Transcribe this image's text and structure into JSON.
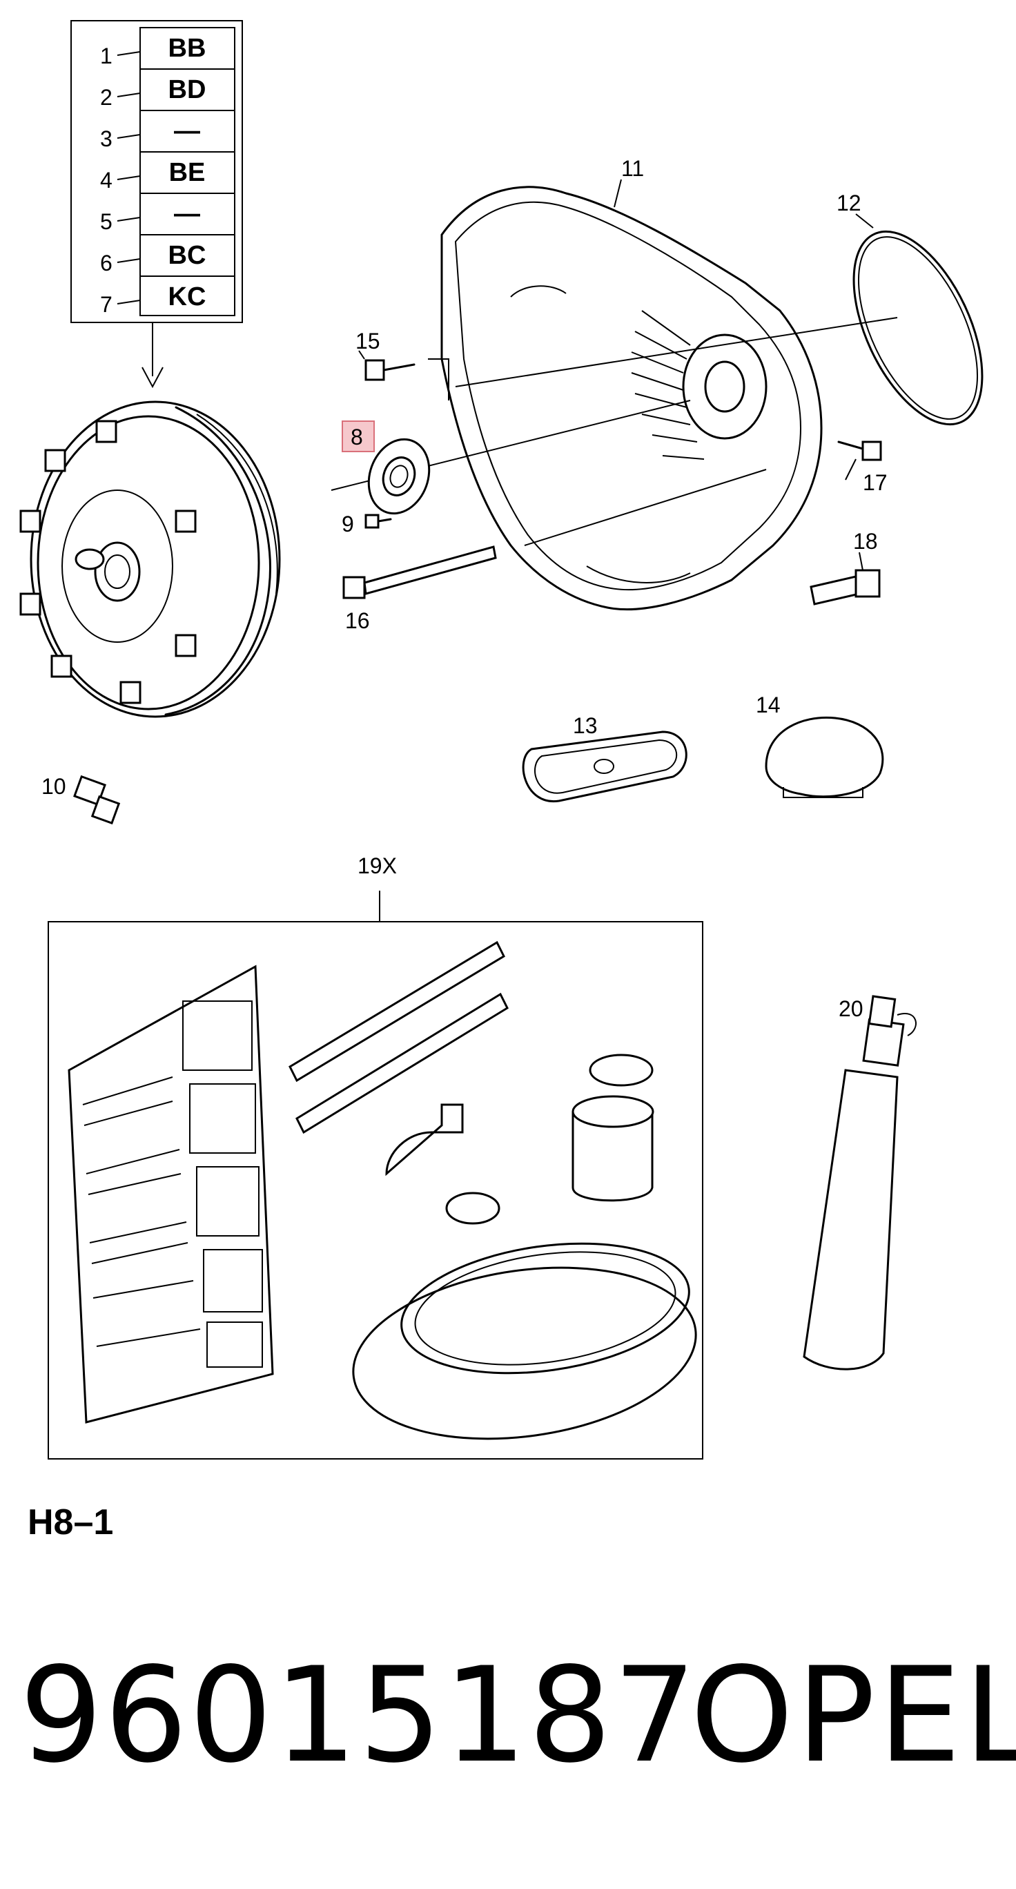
{
  "variant_table": {
    "rows": [
      {
        "num": "1",
        "code": "BB"
      },
      {
        "num": "2",
        "code": "BD"
      },
      {
        "num": "3",
        "code": "—"
      },
      {
        "num": "4",
        "code": "BE"
      },
      {
        "num": "5",
        "code": "—"
      },
      {
        "num": "6",
        "code": "BC"
      },
      {
        "num": "7",
        "code": "KC"
      }
    ]
  },
  "callouts": {
    "c8": "8",
    "c9": "9",
    "c10": "10",
    "c11": "11",
    "c12": "12",
    "c13": "13",
    "c14": "14",
    "c15": "15",
    "c16": "16",
    "c17": "17",
    "c18": "18",
    "c19": "19X",
    "c20": "20"
  },
  "highlight_color": "#f6c8cc",
  "highlight_border": "#d9707a",
  "diagram_code": "H8–1",
  "part_number": "96015187",
  "brand": "OPEL"
}
